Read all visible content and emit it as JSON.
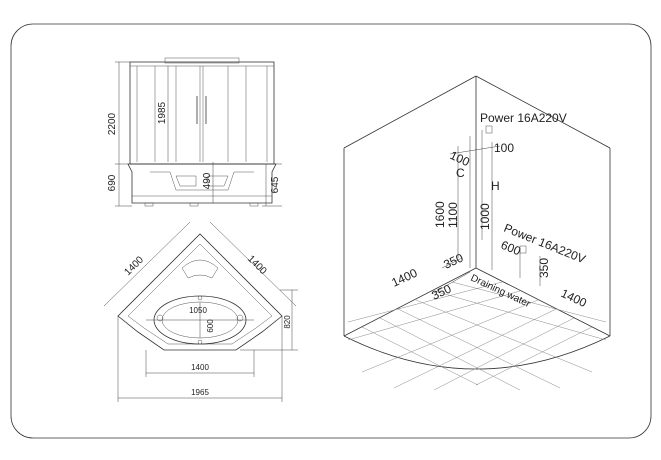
{
  "front_view": {
    "height_total": "2200",
    "height_inner": "1985",
    "height_base": "690",
    "height_tray": "490",
    "height_tray_right": "645"
  },
  "plan_view": {
    "side_left": "1400",
    "side_right": "1400",
    "depth": "820",
    "basin_length": "1050",
    "basin_width": "600",
    "inner_width": "1400",
    "overall_width": "1965"
  },
  "corner_view": {
    "power_top": "Power 16A220V",
    "power_mid": "Power 16A220V",
    "dim_100_left": "100",
    "dim_100_right": "100",
    "label_c": "C",
    "label_h": "H",
    "dim_1600": "1600",
    "dim_1100": "1100",
    "dim_1000": "1000",
    "dim_600": "600",
    "dim_350_right": "350",
    "dim_350_upper": "350",
    "dim_350_lower": "350",
    "floor_left": "1400",
    "floor_right": "1400",
    "drain_label": "Draining water"
  }
}
